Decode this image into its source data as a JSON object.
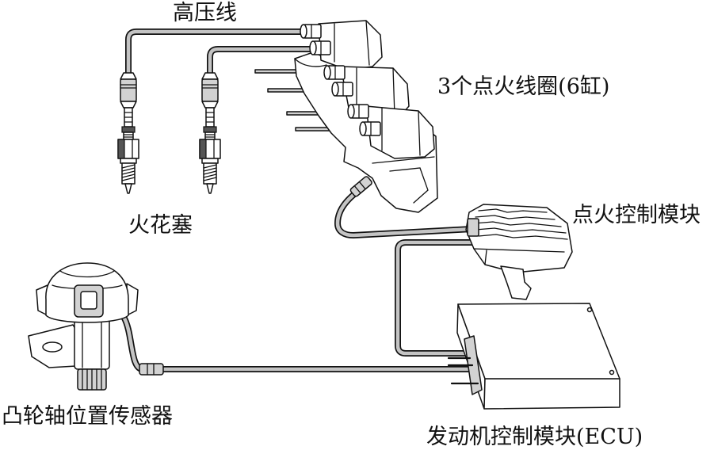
{
  "labels": {
    "high_voltage_wire": "高压线",
    "ignition_coils": "3个点火线圈(6缸)",
    "spark_plugs": "火花塞",
    "ignition_control_module": "点火控制模块",
    "camshaft_position_sensor": "凸轮轴位置传感器",
    "engine_control_module": "发动机控制模块(ECU)"
  },
  "colors": {
    "line": "#111111",
    "cable": "#c4c4c4",
    "shade": "#d2d2d2",
    "background": "#ffffff"
  }
}
